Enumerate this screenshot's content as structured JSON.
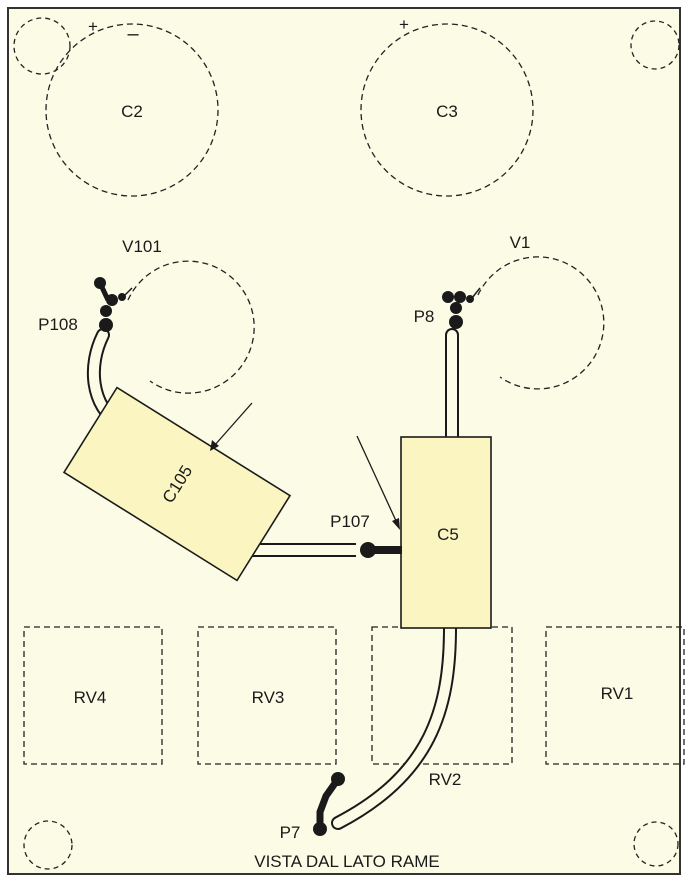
{
  "board": {
    "caption": "VISTA DAL LATO RAME",
    "background_color": "#fbfbe6",
    "component_fill": "#fbf5c2",
    "line_color": "#1a1a1a"
  },
  "capacitors": {
    "c2": {
      "label": "C2",
      "plus": "+",
      "minus": "–"
    },
    "c3": {
      "label": "C3",
      "plus": "+"
    },
    "c105": {
      "label": "C105"
    },
    "c5": {
      "label": "C5"
    }
  },
  "tubes": {
    "v101": {
      "label": "V101"
    },
    "v1": {
      "label": "V1"
    }
  },
  "points": {
    "p108": "P108",
    "p8": "P8",
    "p107": "P107",
    "p7": "P7"
  },
  "pots": {
    "rv4": "RV4",
    "rv3": "RV3",
    "rv2": "RV2",
    "rv1": "RV1"
  }
}
